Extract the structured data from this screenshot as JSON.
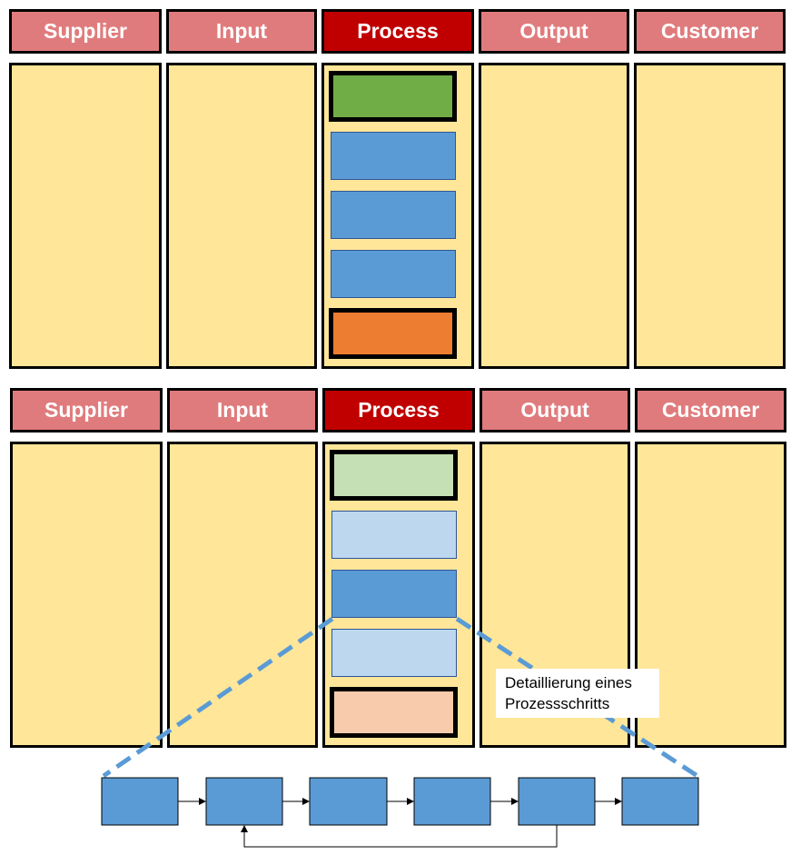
{
  "headers": [
    "Supplier",
    "Input",
    "Process",
    "Output",
    "Customer"
  ],
  "active_header": "Process",
  "panels": [
    {
      "steps": [
        "#70ad47",
        "#5b9bd5",
        "#5b9bd5",
        "#5b9bd5",
        "#ed7d31"
      ]
    },
    {
      "steps": [
        "#c5e0b4",
        "#bdd7ee",
        "#5b9bd5",
        "#bdd7ee",
        "#f8cbad"
      ]
    }
  ],
  "callout": {
    "line1": "Detaillierung eines",
    "line2": "Prozessschritts"
  },
  "detail_steps": 6,
  "colors": {
    "header": "#e07b7d",
    "header_active": "#c00000",
    "column": "#ffe699",
    "dashed_line": "#5b9bd5"
  }
}
